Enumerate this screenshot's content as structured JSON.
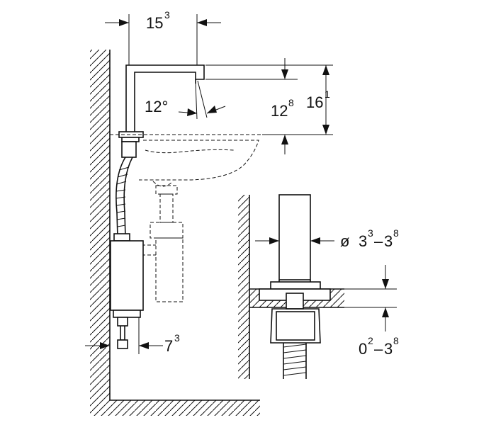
{
  "dimensions": {
    "faucet_projection": {
      "base": "15",
      "sup": "3"
    },
    "spout_angle": {
      "value": "12°"
    },
    "spout_height": {
      "base": "12",
      "sup": "8"
    },
    "total_height": {
      "base": "16",
      "sup": "1"
    },
    "wall_offset": {
      "base": "7",
      "sup": "3"
    },
    "hole_diameter": {
      "prefix": "ø ",
      "a": "3",
      "a_sup": "3",
      "sep": "–",
      "b": "3",
      "b_sup": "8"
    },
    "countertop_thickness": {
      "a": "0",
      "a_sup": "2",
      "sep": "–",
      "b": "3",
      "b_sup": "8"
    }
  },
  "colors": {
    "line": "#111111",
    "background": "#ffffff"
  }
}
